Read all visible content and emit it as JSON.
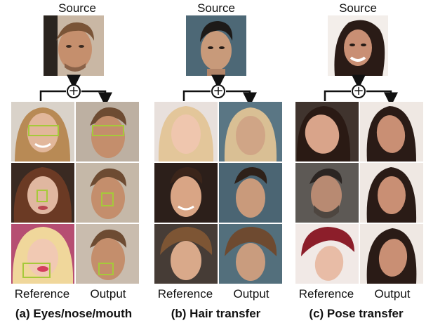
{
  "panels": [
    {
      "source_label": "Source",
      "reference_label": "Reference",
      "output_label": "Output",
      "caption": "(a) Eyes/nose/mouth"
    },
    {
      "source_label": "Source",
      "reference_label": "Reference",
      "output_label": "Output",
      "caption": "(b) Hair transfer"
    },
    {
      "source_label": "Source",
      "reference_label": "Reference",
      "output_label": "Output",
      "caption": "(c) Pose transfer"
    }
  ],
  "plus_symbol": "+",
  "colors": {
    "highlight_box": "#a6c93a",
    "arrow": "#111111"
  }
}
